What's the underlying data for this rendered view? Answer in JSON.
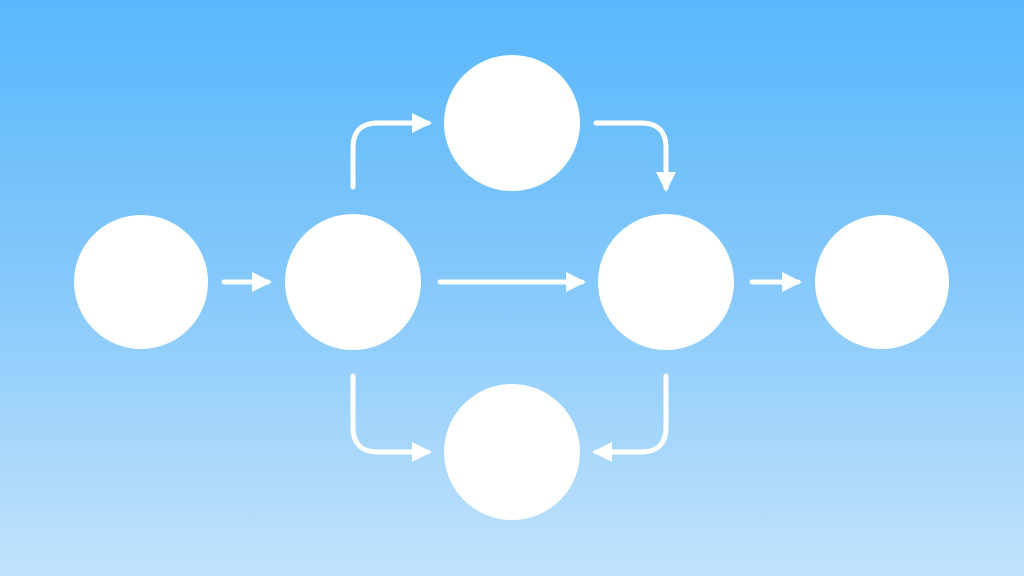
{
  "colors": {
    "background_top": "#58b7fb",
    "background_bottom": "#c2e3fb",
    "node_fill": "#ffffff",
    "edge_stroke": "#ffffff"
  },
  "nodes": [
    {
      "id": "start"
    },
    {
      "id": "split"
    },
    {
      "id": "upper"
    },
    {
      "id": "merge"
    },
    {
      "id": "end"
    },
    {
      "id": "lower"
    }
  ],
  "edges": [
    {
      "from": "start",
      "to": "split"
    },
    {
      "from": "split",
      "to": "merge"
    },
    {
      "from": "split",
      "to": "upper"
    },
    {
      "from": "upper",
      "to": "merge"
    },
    {
      "from": "split",
      "to": "lower"
    },
    {
      "from": "merge",
      "to": "lower"
    },
    {
      "from": "merge",
      "to": "end"
    }
  ]
}
